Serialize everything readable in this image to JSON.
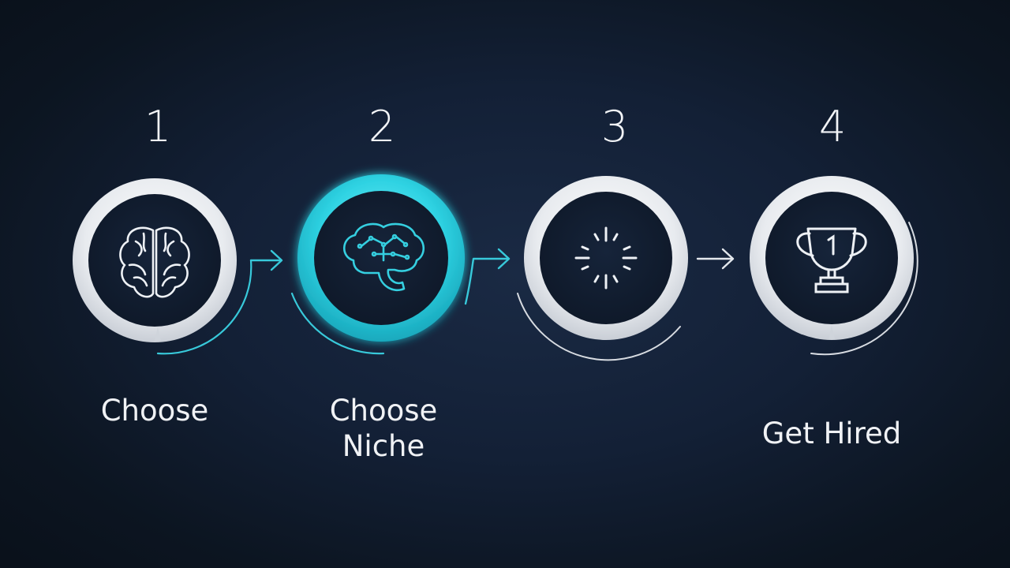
{
  "steps": [
    {
      "number": "1",
      "label": "Choose",
      "icon": "brain-icon",
      "highlighted": false
    },
    {
      "number": "2",
      "label": "Choose\nNiche",
      "icon": "brain-circuit-icon",
      "highlighted": true
    },
    {
      "number": "3",
      "label": "",
      "icon": "loading-spinner-icon",
      "highlighted": false
    },
    {
      "number": "4",
      "label": "Get Hired",
      "icon": "trophy-icon",
      "highlighted": false
    }
  ],
  "colors": {
    "background": "#111c2e",
    "ring": "#e9ecf0",
    "accent": "#2fd3e3",
    "icon_stroke": "#eef1f5",
    "icon_accent": "#35cfe0"
  }
}
